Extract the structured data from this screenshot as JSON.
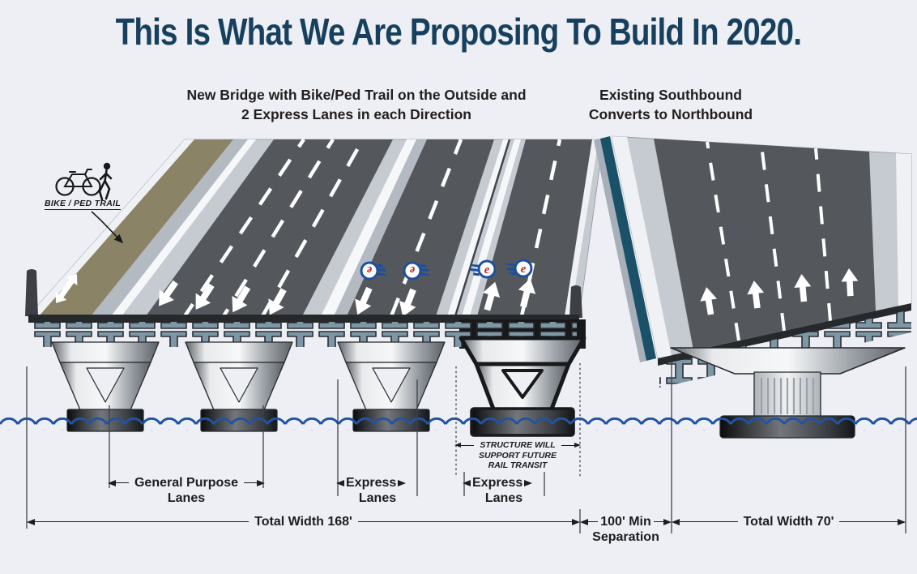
{
  "page": {
    "background": "#edeff4"
  },
  "title": {
    "text": "This Is What We Are Proposing To Build In 2020.",
    "color": "#17405e"
  },
  "subtitles": {
    "left": {
      "line1": "New Bridge with Bike/Ped Trail on the Outside and",
      "line2": "2 Express Lanes in each Direction"
    },
    "right": {
      "line1": "Existing Southbound",
      "line2": "Converts to Northbound"
    }
  },
  "bridge_labels": {
    "bike_ped_trail": "BIKE / PED TRAIL",
    "express_logo_letter": "e"
  },
  "dimensions": {
    "general_purpose": {
      "line1": "General Purpose",
      "line2": "Lanes"
    },
    "express_1": {
      "line1": "Express",
      "line2": "Lanes"
    },
    "express_2": {
      "line1": "Express",
      "line2": "Lanes"
    },
    "structure_note": {
      "line1": "STRUCTURE WILL",
      "line2": "SUPPORT FUTURE",
      "line3": "RAIL TRANSIT"
    },
    "total_width_new": "Total Width 168'",
    "separation": {
      "line1": "100' Min",
      "line2": "Separation"
    },
    "total_width_existing": "Total Width 70'"
  },
  "colors": {
    "road": "#54585d",
    "shoulder": "#c6cbd2",
    "barrier_top": "#f5f7f9",
    "bike_trail": "#8a8365",
    "girder": "#7d97a7",
    "teal_fascia": "#1a5168",
    "water": "#2153a5",
    "outline": "#26292c",
    "logo_blue": "#1c4f9f",
    "logo_red": "#c6232b"
  }
}
